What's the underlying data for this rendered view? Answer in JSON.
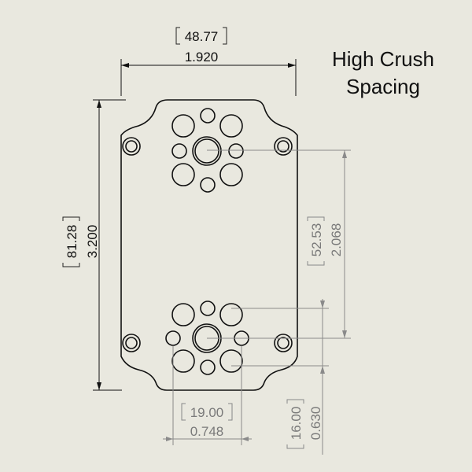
{
  "title": {
    "line1": "High Crush",
    "line2": "Spacing"
  },
  "dimensions": {
    "overall_width": {
      "metric": "48.77",
      "imperial": "1.920"
    },
    "overall_height": {
      "metric": "81.28",
      "imperial": "3.200"
    },
    "cluster_spacing": {
      "metric": "52.53",
      "imperial": "2.068"
    },
    "hole_spacing_horizontal": {
      "metric": "19.00",
      "imperial": "0.748"
    },
    "hole_spacing_vertical": {
      "metric": "16.00",
      "imperial": "0.630"
    }
  },
  "colors": {
    "background": "#e9e8df",
    "primary_line": "#111111",
    "secondary_line": "#8a8a8a"
  }
}
